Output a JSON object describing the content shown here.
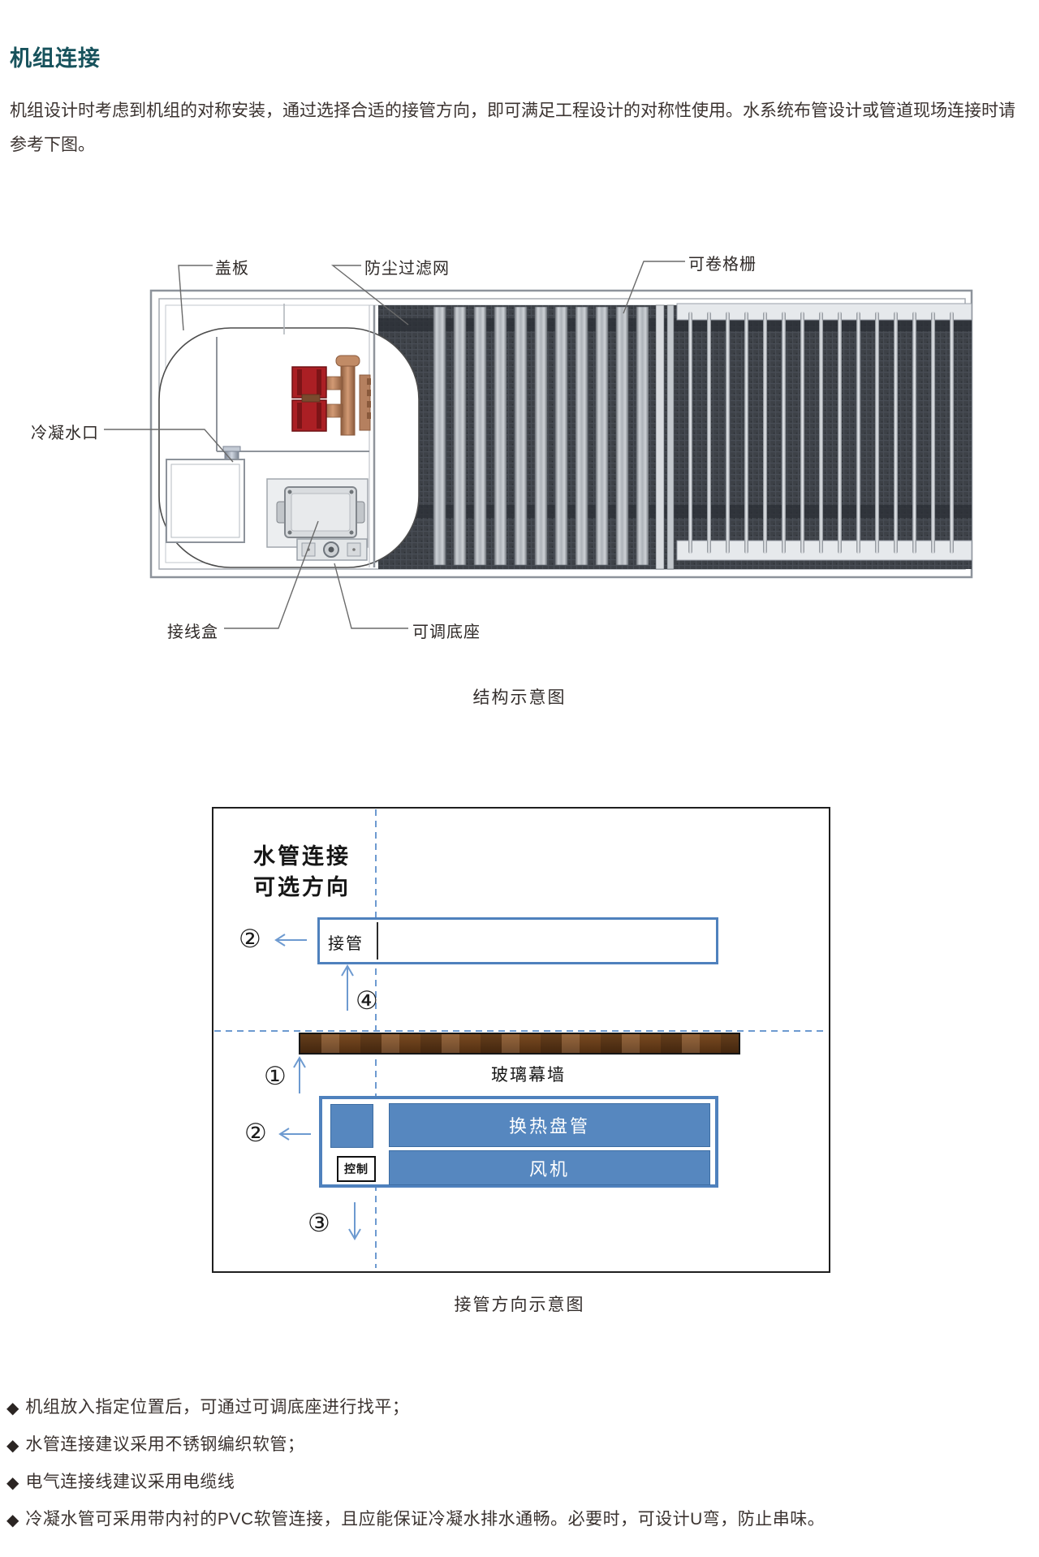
{
  "header": {
    "title": "机组连接"
  },
  "intro": {
    "text": "机组设计时考虑到机组的对称安装，通过选择合适的接管方向，即可满足工程设计的对称性使用。水系统布管设计或管道现场连接时请参考下图。"
  },
  "structure_diagram": {
    "caption": "结构示意图",
    "labels": {
      "cover_plate": "盖板",
      "dust_filter": "防尘过滤网",
      "rollable_grille": "可卷格栅",
      "condensate_outlet": "冷凝水口",
      "junction_box": "接线盒",
      "adjustable_base": "可调底座"
    }
  },
  "piping_diagram": {
    "caption": "接管方向示意图",
    "direction_title_line1": "水管连接",
    "direction_title_line2": "可选方向",
    "pipe_label": "接管",
    "glass_wall_label": "玻璃幕墙",
    "coil_label": "换热盘管",
    "fan_label": "风机",
    "control_label": "控制",
    "numbers": {
      "n1": "①",
      "n2": "②",
      "n3": "③",
      "n4": "④"
    }
  },
  "notes": {
    "marker": "◆",
    "items": [
      "机组放入指定位置后，可通过可调底座进行找平；",
      "水管连接建议采用不锈钢编织软管；",
      "电气连接线建议采用电缆线",
      "冷凝水管可采用带内衬的PVC软管连接，且应能保证冷凝水排水通畅。必要时，可设计U弯，防止串味。"
    ]
  },
  "colors": {
    "title_teal": "#17525c",
    "steel_blue_border": "#4f81bd",
    "steel_blue_fill": "#5687bf",
    "dashed_arrow_blue": "#6d9ad0",
    "wood_brown": "#7b4a22",
    "mesh_dark": "#3d4147",
    "frame_grey": "#8d939b",
    "body_text": "#3b3330"
  }
}
